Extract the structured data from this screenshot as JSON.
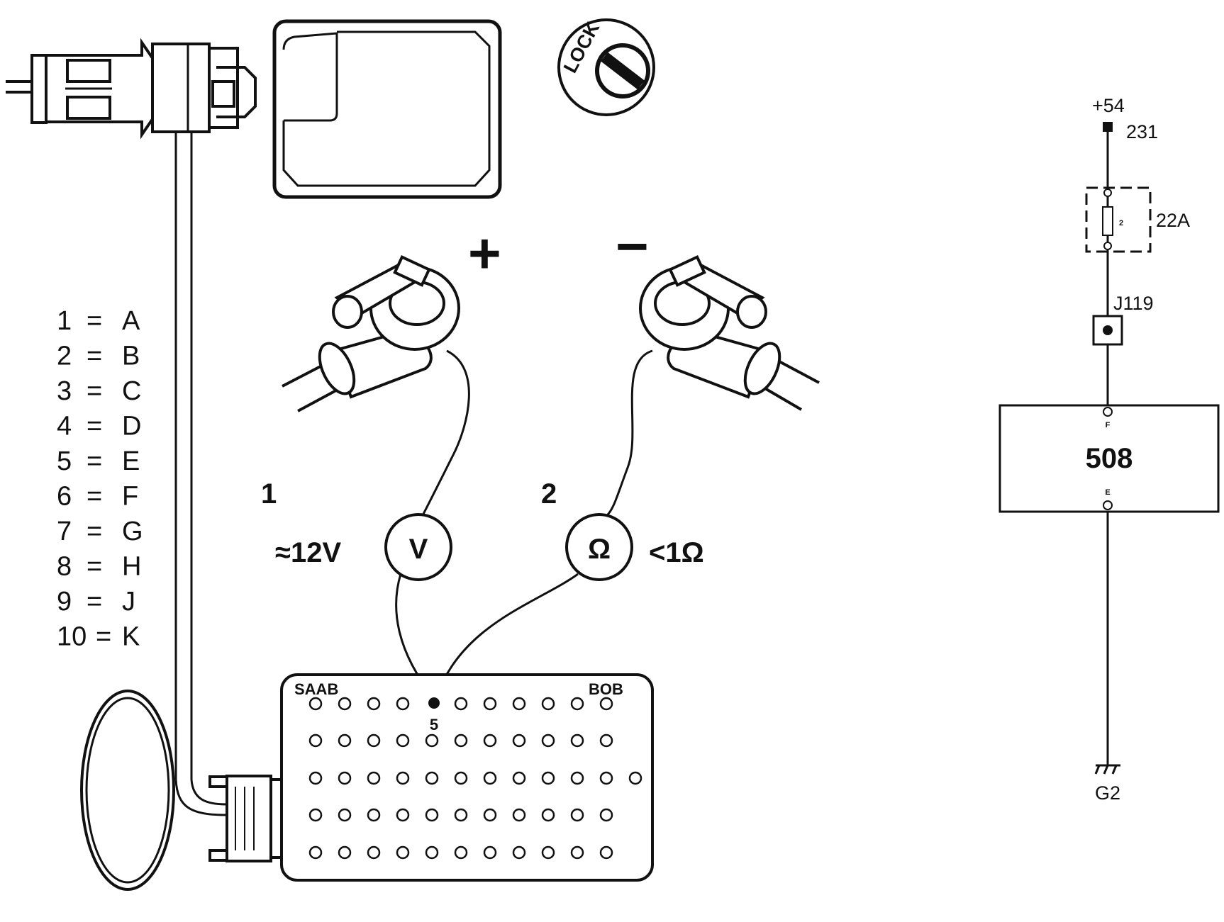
{
  "legend": [
    {
      "num": "1",
      "letter": "A"
    },
    {
      "num": "2",
      "letter": "B"
    },
    {
      "num": "3",
      "letter": "C"
    },
    {
      "num": "4",
      "letter": "D"
    },
    {
      "num": "5",
      "letter": "E"
    },
    {
      "num": "6",
      "letter": "F"
    },
    {
      "num": "7",
      "letter": "G"
    },
    {
      "num": "8",
      "letter": "H"
    },
    {
      "num": "9",
      "letter": "J"
    },
    {
      "num": "10",
      "letter": "K"
    }
  ],
  "lock_label": "LOCK",
  "battery": {
    "plus": "+",
    "minus": "−"
  },
  "measurement1": {
    "step": "1",
    "value": "≈12V",
    "meter": "V"
  },
  "measurement2": {
    "step": "2",
    "value": "<1Ω",
    "meter": "Ω"
  },
  "bob": {
    "brand": "SAAB",
    "name": "BOB",
    "pin_label": "5"
  },
  "schematic": {
    "supply": "+54",
    "wire": "231",
    "fuse_number": "2",
    "fuse_rating": "22A",
    "connector": "J119",
    "component": "508",
    "pin_in": "F",
    "pin_out": "E",
    "ground": "G2"
  }
}
